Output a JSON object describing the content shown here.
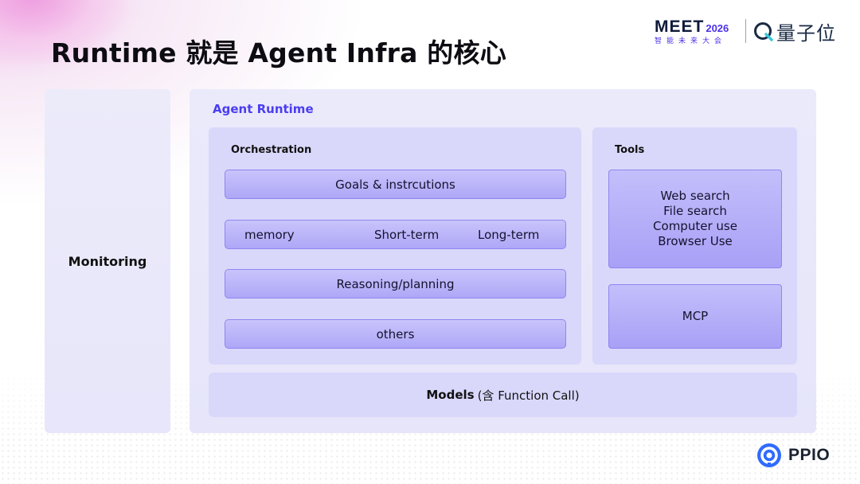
{
  "title": "Runtime 就是 Agent Infra 的核心",
  "logos": {
    "meet": "MEET",
    "meet_year": "2026",
    "meet_sub": "智能未来大会",
    "qbitai": "量子位",
    "ppio": "PPIO"
  },
  "diagram": {
    "monitoring": "Monitoring",
    "runtime_label": "Agent Runtime",
    "orchestration": {
      "label": "Orchestration",
      "goals": "Goals & instrcutions",
      "memory": "memory",
      "short_term": "Short-term",
      "long_term": "Long-term",
      "reasoning": "Reasoning/planning",
      "others": "others"
    },
    "tools": {
      "label": "Tools",
      "items": [
        "Web search",
        "File search",
        "Computer use",
        "Browser Use"
      ],
      "mcp": "MCP"
    },
    "models": {
      "bold": "Models",
      "rest": "(含 Function Call)"
    }
  },
  "colors": {
    "accent": "#4b3df0",
    "bar_fill": "#b5aef8",
    "panel": "#d9d8fb"
  }
}
